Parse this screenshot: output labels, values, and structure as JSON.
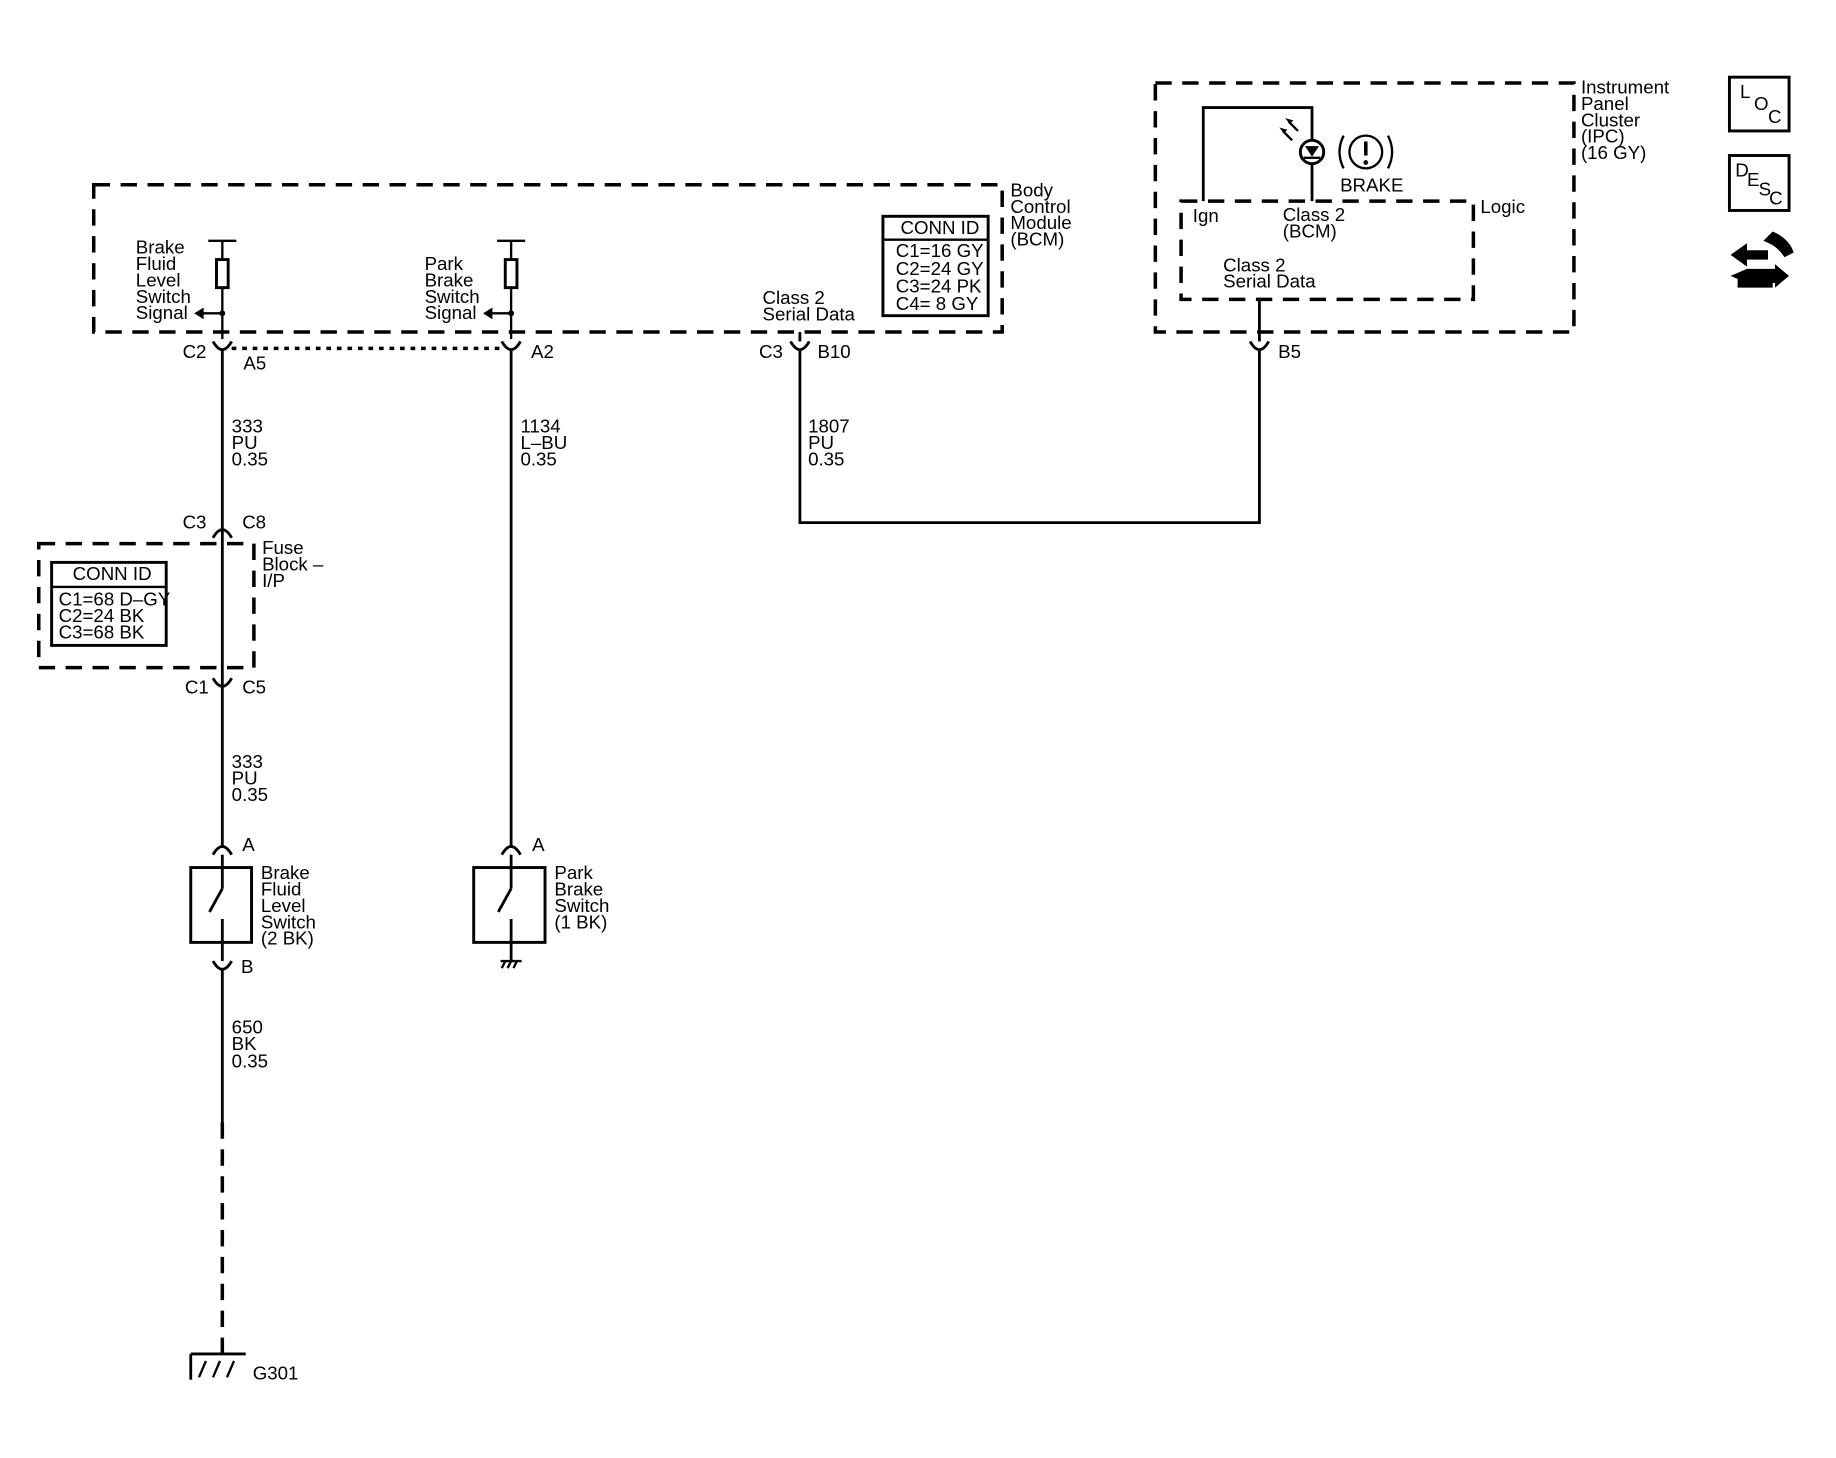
{
  "modules": {
    "bcm": {
      "lines": [
        "Body",
        "Control",
        "Module",
        "(BCM)"
      ]
    },
    "ipc": {
      "lines": [
        "Instrument",
        "Panel",
        "Cluster",
        "(IPC)",
        "(16 GY)"
      ]
    },
    "fuse_block": {
      "lines": [
        "Fuse",
        "Block –",
        "I/P"
      ]
    }
  },
  "bcm_conn": {
    "title": "CONN ID",
    "rows": [
      "C1=16 GY",
      "C2=24 GY",
      "C3=24 PK",
      "C4=  8 GY"
    ]
  },
  "fuse_conn": {
    "title": "CONN ID",
    "rows": [
      "C1=68 D–GY",
      "C2=24 BK",
      "C3=68 BK"
    ]
  },
  "inputs": {
    "brake_fluid_signal": [
      "Brake",
      "Fluid",
      "Level",
      "Switch",
      "Signal"
    ],
    "park_brake_signal": [
      "Park",
      "Brake",
      "Switch",
      "Signal"
    ],
    "class2_bcm": [
      "Class 2",
      "Serial Data"
    ]
  },
  "ipc_internal": {
    "indicator_label": "BRAKE",
    "logic_label": "Logic",
    "ign_label": "Ign",
    "class2_bcm_label": [
      "Class 2",
      "(BCM)"
    ],
    "serial_data_label": [
      "Class 2",
      "Serial Data"
    ]
  },
  "pins": {
    "c2": "C2",
    "a5": "A5",
    "a2": "A2",
    "c3_bcm": "C3",
    "b10": "B10",
    "b5": "B5",
    "c3_fuse": "C3",
    "c8": "C8",
    "c1": "C1",
    "c5": "C5",
    "fluid_a": "A",
    "fluid_b": "B",
    "park_a": "A"
  },
  "wires": {
    "w333_top": [
      "333",
      "PU",
      "0.35"
    ],
    "w1134": [
      "1134",
      "L–BU",
      "0.35"
    ],
    "w1807": [
      "1807",
      "PU",
      "0.35"
    ],
    "w333_bottom": [
      "333",
      "PU",
      "0.35"
    ],
    "w650": [
      "650",
      "BK",
      "0.35"
    ]
  },
  "components": {
    "brake_fluid_switch": [
      "Brake",
      "Fluid",
      "Level",
      "Switch",
      "(2 BK)"
    ],
    "park_brake_switch": [
      "Park",
      "Brake",
      "Switch",
      "(1 BK)"
    ]
  },
  "ground": {
    "label": "G301"
  },
  "side_buttons": {
    "loc": [
      "L",
      "O",
      "C"
    ],
    "desc": [
      "D",
      "E",
      "S",
      "C"
    ]
  },
  "icons": {
    "brake_warning": "brake-warning-icon",
    "nav": "connector-nav-icon"
  }
}
